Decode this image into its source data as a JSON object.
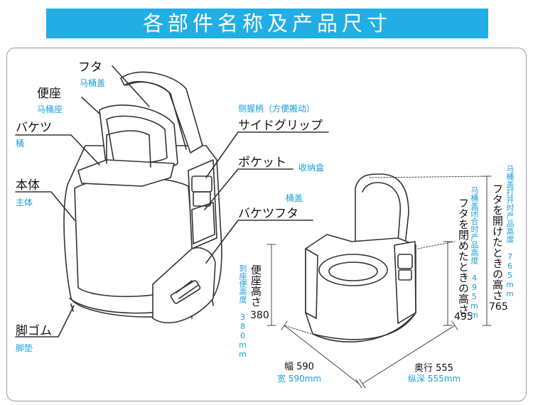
{
  "title": "各部件名称及产品尺寸",
  "parts": {
    "lid": {
      "jp": "フタ",
      "cn": "马桶盖"
    },
    "seat": {
      "jp": "便座",
      "cn": "马桶座"
    },
    "bucket": {
      "jp": "バケツ",
      "cn": "桶"
    },
    "body": {
      "jp": "本体",
      "cn": "主体"
    },
    "feet": {
      "jp": "脚ゴム",
      "cn": "脚垫"
    },
    "grip": {
      "jp": "サイドグリップ",
      "cn": "侧握柄（方便搬动）"
    },
    "pocket": {
      "jp": "ポケット",
      "cn": "收纳盒"
    },
    "bucket_lid": {
      "jp": "バケツフタ",
      "cn": "桶盖"
    }
  },
  "dims": {
    "seat_height": {
      "jp": "便座高さ",
      "value": "380",
      "cn": "到座便高度 380mm"
    },
    "closed_height": {
      "jp": "フタを閉めたときの高さ",
      "value": "495",
      "cn": "马桶盖闭合时产品高度 495mm"
    },
    "open_height": {
      "jp": "フタを開けたときの高さ",
      "value": "765",
      "cn": "马桶盖打开时产品高度 765mm"
    },
    "width": {
      "jp": "幅 590",
      "cn": "宽 590mm"
    },
    "depth": {
      "jp": "奥行 555",
      "cn": "纵深 555mm"
    }
  }
}
